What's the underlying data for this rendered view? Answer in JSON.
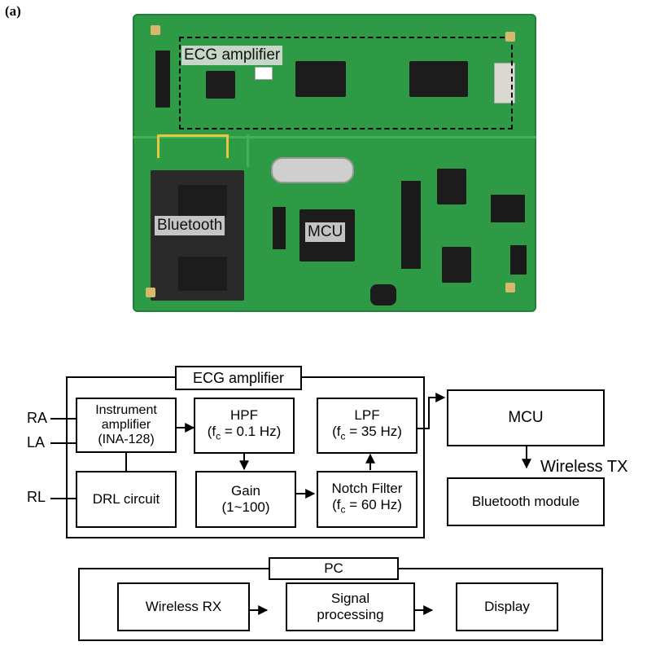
{
  "panel_label": "(a)",
  "photo": {
    "tags": {
      "ecg": "ECG amplifier",
      "bluetooth": "Bluetooth",
      "mcu": "MCU"
    }
  },
  "diagram": {
    "ecg_group_title": "ECG amplifier",
    "inputs": {
      "ra": "RA",
      "la": "LA",
      "rl": "RL"
    },
    "blocks": {
      "inst_amp": {
        "line1": "Instrument",
        "line2": "amplifier",
        "line3": "(INA-128)"
      },
      "hpf": {
        "line1": "HPF",
        "fc_prefix": "(f",
        "fc_sub": "c",
        "fc_value": " = 0.1 Hz)"
      },
      "lpf": {
        "line1": "LPF",
        "fc_prefix": "(f",
        "fc_sub": "c",
        "fc_value": " = 35 Hz)"
      },
      "drl": "DRL circuit",
      "gain": {
        "line1": "Gain",
        "line2": "(1~100)"
      },
      "notch": {
        "line1": "Notch Filter",
        "fc_prefix": "(f",
        "fc_sub": "c",
        "fc_value": " = 60 Hz)"
      },
      "mcu": "MCU",
      "bt_module": "Bluetooth module"
    },
    "wireless_tx": "Wireless TX",
    "pc": {
      "title": "PC",
      "wireless_rx": "Wireless RX",
      "signal_processing": {
        "line1": "Signal",
        "line2": "processing"
      },
      "display": "Display"
    }
  }
}
